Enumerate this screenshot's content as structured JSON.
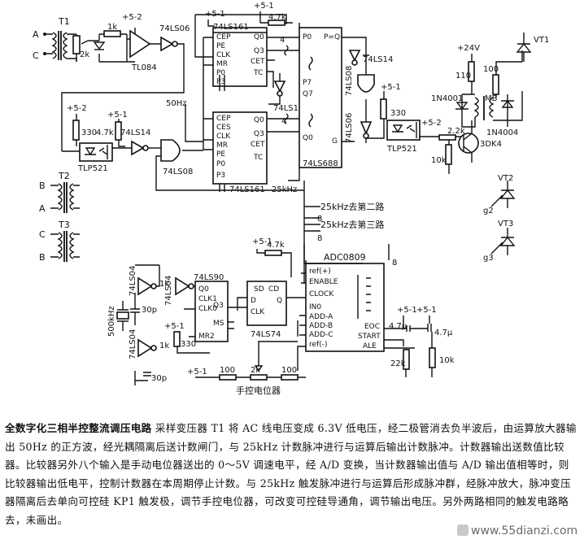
{
  "labels": {
    "t1": "T1",
    "a": "A",
    "c": "C",
    "k2": "2k",
    "k1": "1k",
    "tl084": "TL084",
    "v52": "+5-2",
    "ls06_top": "74LS06",
    "hz50": "50Hz",
    "v51_a": "+5-1",
    "k47_a": "4.7k",
    "ls161_a": "74LS161",
    "cep": "CEP",
    "pe": "PE",
    "clk": "CLK",
    "mr": "MR",
    "p0": "P0",
    "p3": "P3",
    "ces": "CES",
    "q0": "Q0",
    "q3": "Q3",
    "cet": "CET",
    "tc": "TC",
    "ls14_mid": "74LS14",
    "ls161_b": "74LS161",
    "n4": "4",
    "cmp_p0": "P0",
    "cmp_p7": "P7",
    "cmp_q7": "Q7",
    "cmp_q0": "Q0",
    "cmp_pq": "P=Q",
    "cmp_g": "G",
    "ls688": "74LS688",
    "ls08_v": "74LS08",
    "ls06_v": "74LS06",
    "ls14_r": "74LS14",
    "v51_b": "+5-1",
    "r330_b": "330",
    "v52_l": "+5-2",
    "v51_l": "+5-1",
    "r330_l": "330",
    "k47_l": "4.7k",
    "ls14_l": "74LS14",
    "tlp_l": "TLP521",
    "ls08_l": "74LS08",
    "tlp_r": "TLP521",
    "v52_r": "+5-2",
    "k22": "2.2k",
    "k10": "10k",
    "dk4": "3DK4",
    "v24": "+24V",
    "r110": "110",
    "r100": "100",
    "mb": "MB",
    "in4001": "1N4001",
    "in4004": "1N4004",
    "vt1": "VT1",
    "vt2": "VT2",
    "vt3": "VT3",
    "g2": "g2",
    "g3": "g3",
    "t2": "T2",
    "t3": "T3",
    "b": "B",
    "khz25": "25kHz",
    "khz_sec": "25kHz去第二路",
    "khz_thr": "25kHz去第三路",
    "n8": "8",
    "ls04_a": "74LS04",
    "ls04_b": "74LS04",
    "ls04_c": "74LS04",
    "k1_osc_a": "1k",
    "k1_osc_b": "1k",
    "c30p_a": "30p",
    "c30p_b": "30p",
    "xtal": "500kHz",
    "ls90": "74LS90",
    "ls90_q0": "Q0",
    "ls90_ckl": "CLK1",
    "ls90_cko": "CLK0",
    "ls90_q3": "Q3",
    "ls90_ms": "MS",
    "ls90_mr": "MR2",
    "r330_osc": "330",
    "v51_osc": "+5-1",
    "v51_ff": "+5-1",
    "k47_ff": "4.7k",
    "ff_sd": "SD",
    "ff_cd": "CD",
    "ff_d": "D",
    "ff_q": "Q",
    "ff_clk": "CLK",
    "ls74": "74LS74",
    "adc": "ADC0809",
    "ref_plus": "ref(+)",
    "enable": "ENABLE",
    "clock": "CLOCK",
    "in0": "IN0",
    "add_a": "ADD-A",
    "add_b": "ADD-B",
    "add_c": "ADD-C",
    "ref_minus": "ref(-)",
    "eoc": "EOC",
    "start": "START",
    "ale": "ALE",
    "v51_adc_a": "+5-1",
    "v51_adc_b": "+5-1",
    "c47_a": "4.7μ",
    "c47_b": "4.7μ",
    "k22_adc": "22k",
    "k10_adc": "10k",
    "pot_v": "+5-1",
    "pot_100a": "100",
    "pot_2k": "2k",
    "pot_100b": "100",
    "pot_name": "手控电位器"
  },
  "caption": {
    "title": "全数字化三相半控整流调压电路",
    "body": "采样变压器 T1 将 AC 线电压变成 6.3V 低电压，经二极管消去负半波后，由运算放大器输出 50Hz 的正方波，经光耦隔离后送计数闸门，与 25kHz 计数脉冲进行与运算后输出计数脉冲。计数器输出送数值比较器。比较器另外八个输入是手动电位器送出的 0～5V 调速电平，经 A/D 变换，当计数器输出值与 A/D 输出值相等时，则比较器输出低电平，控制计数器在本周期停止计数。与 25kHz 触发脉冲进行与运算后形成脉冲群，经脉冲放大，脉冲变压器隔离后去单向可控硅 KP1 触发极，调节手控电位器，可改变可控硅导通角，调节输出电压。另外两路相同的触发电路略去，未画出。"
  },
  "watermark": "www.55dianzi.com"
}
